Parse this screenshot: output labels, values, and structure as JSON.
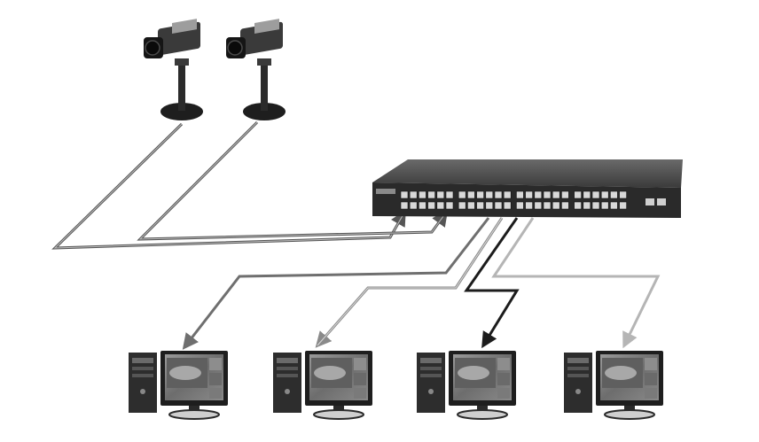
{
  "diagram": {
    "colors": {
      "background": "#ffffff",
      "device_dark": "#2b2b2b",
      "device_mid": "#5a5a5a",
      "device_light": "#9a9a9a",
      "screen": "#7d7d7d",
      "link_in": "#555555",
      "link_1": "#6f6f6f",
      "link_2": "#8a8a8a",
      "link_3": "#1c1c1c",
      "link_4": "#b5b5b5"
    },
    "nodes": [
      {
        "id": "camera-1",
        "kind": "ip-camera"
      },
      {
        "id": "camera-2",
        "kind": "ip-camera"
      },
      {
        "id": "network-switch",
        "kind": "switch",
        "ports": 48,
        "uplinks": 2
      },
      {
        "id": "workstation-1",
        "kind": "desktop-pc"
      },
      {
        "id": "workstation-2",
        "kind": "desktop-pc"
      },
      {
        "id": "workstation-3",
        "kind": "desktop-pc"
      },
      {
        "id": "workstation-4",
        "kind": "desktop-pc"
      }
    ],
    "links": [
      {
        "from": "camera-1",
        "to": "network-switch",
        "color_key": "link_in"
      },
      {
        "from": "camera-2",
        "to": "network-switch",
        "color_key": "link_in"
      },
      {
        "from": "network-switch",
        "to": "workstation-1",
        "color_key": "link_1"
      },
      {
        "from": "network-switch",
        "to": "workstation-2",
        "color_key": "link_2"
      },
      {
        "from": "network-switch",
        "to": "workstation-3",
        "color_key": "link_3"
      },
      {
        "from": "network-switch",
        "to": "workstation-4",
        "color_key": "link_4"
      }
    ]
  }
}
